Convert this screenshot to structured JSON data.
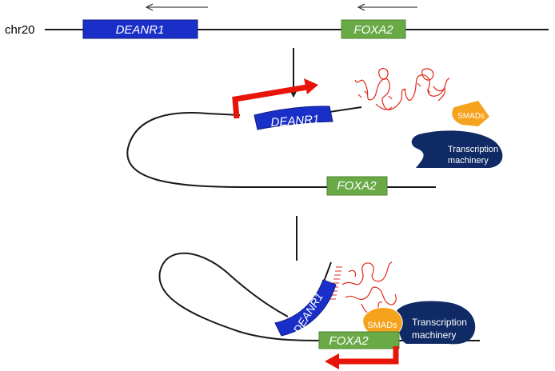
{
  "chromosome": {
    "label": "chr20"
  },
  "genes": {
    "deanr1": {
      "label": "DEANR1"
    },
    "foxa2": {
      "label": "FOXA2"
    }
  },
  "proteins": {
    "smads": {
      "label": "SMADs"
    },
    "transcription_machinery": {
      "line1": "Transcription",
      "line2": "machinery"
    }
  },
  "colors": {
    "deanr1_blue": "#1a2fc8",
    "foxa2_green": "#6aaa46",
    "smads_orange": "#f5a21c",
    "machinery_navy": "#0f2a64",
    "rna_red": "#e0281c",
    "arrow_red": "#e8140a",
    "line_black": "#1a1a1a"
  }
}
